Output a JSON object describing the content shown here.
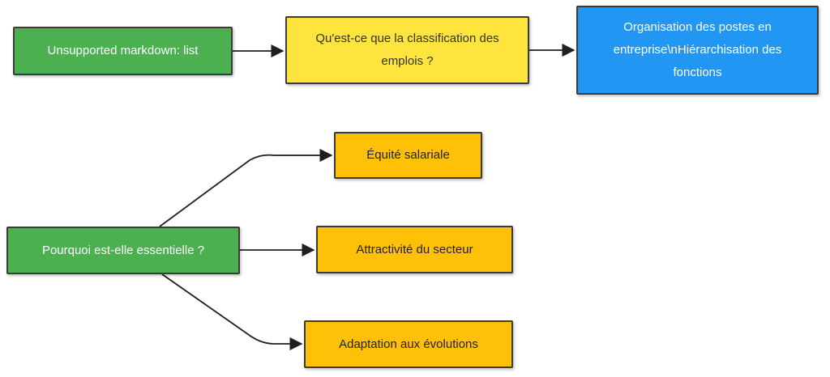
{
  "diagram": {
    "nodes": [
      {
        "id": "unsupported-markdown-list",
        "label": "Unsupported markdown: list",
        "fill": "#4CAF50",
        "text_color": "#FFFFFF"
      },
      {
        "id": "classification-question",
        "label": "Qu'est-ce que la classification des emplois ?",
        "fill": "#FFE43D",
        "text_color": "#333333"
      },
      {
        "id": "organisation-postes",
        "label": "Organisation des postes en entreprise\\nHiérarchisation des fonctions",
        "fill": "#2196F3",
        "text_color": "#FFFFFF"
      },
      {
        "id": "essentielle-question",
        "label": "Pourquoi est-elle essentielle ?",
        "fill": "#4CAF50",
        "text_color": "#FFFFFF"
      },
      {
        "id": "equite-salariale",
        "label": "Équité salariale",
        "fill": "#FFC107",
        "text_color": "#222222"
      },
      {
        "id": "attractivite-secteur",
        "label": "Attractivité du secteur",
        "fill": "#FFC107",
        "text_color": "#222222"
      },
      {
        "id": "adaptation-evolutions",
        "label": "Adaptation aux évolutions",
        "fill": "#FFC107",
        "text_color": "#222222"
      }
    ],
    "edges": [
      {
        "from": "unsupported-markdown-list",
        "to": "classification-question"
      },
      {
        "from": "classification-question",
        "to": "organisation-postes"
      },
      {
        "from": "essentielle-question",
        "to": "equite-salariale"
      },
      {
        "from": "essentielle-question",
        "to": "attractivite-secteur"
      },
      {
        "from": "essentielle-question",
        "to": "adaptation-evolutions"
      }
    ],
    "colors": {
      "background": "#FFFFFF",
      "node_border": "#3B3B3B",
      "arrow": "#1F1F1F",
      "green": "#4CAF50",
      "yellow": "#FFE43D",
      "blue": "#2196F3",
      "amber": "#FFC107"
    }
  }
}
